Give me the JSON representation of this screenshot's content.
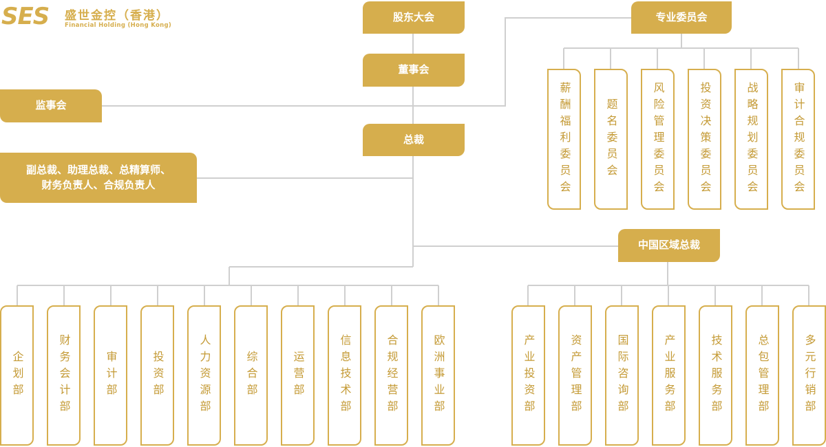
{
  "logo": {
    "mark": "SES",
    "name_cn": "盛世金控（香港）",
    "name_en": "Financial Holding (Hong Kong)"
  },
  "nodes": {
    "shareholders_meeting": "股东大会",
    "special_committees": "专业委员会",
    "board": "董事会",
    "supervisory_board": "监事会",
    "president": "总裁",
    "vice_presidents_line1": "副总裁、助理总裁、总精算师、",
    "vice_presidents_line2": "财务负责人、合规负责人",
    "china_regional_president": "中国区域总裁"
  },
  "committees": [
    "薪酬福利委员会",
    "题名委员会",
    "风险管理委员会",
    "投资决策委员会",
    "战略规划委员会",
    "审计合规委员会"
  ],
  "hq_departments": [
    "企划部",
    "财务会计部",
    "审计部",
    "投资部",
    "人力资源部",
    "综合部",
    "运营部",
    "信息技术部",
    "合规经营部",
    "欧洲事业部"
  ],
  "china_departments": [
    "产业投资部",
    "资产管理部",
    "国际咨询部",
    "产业服务部",
    "技术服务部",
    "总包管理部",
    "多元行销部"
  ],
  "colors": {
    "gold": "#d6ae4d",
    "gold_text": "#c49a35",
    "line": "#cfcfcf"
  }
}
